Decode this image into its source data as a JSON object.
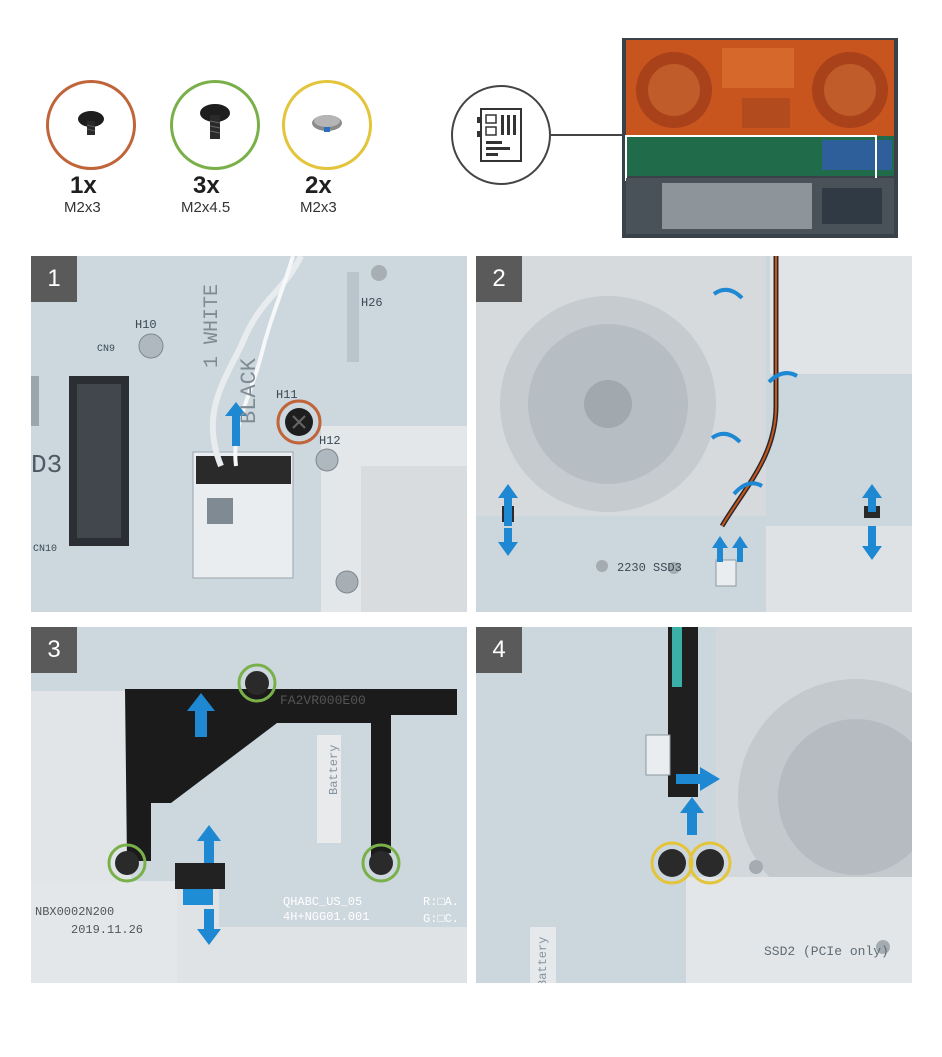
{
  "screws": [
    {
      "count": "1x",
      "size": "M2x3",
      "ring_color": "#c0643a"
    },
    {
      "count": "3x",
      "size": "M2x4.5",
      "ring_color": "#7ab04a"
    },
    {
      "count": "2x",
      "size": "M2x3",
      "ring_color": "#e3c43a"
    }
  ],
  "steps": [
    {
      "number": "1",
      "labels": {
        "h10": "H10",
        "h11": "H11",
        "h12": "H12",
        "h26": "H26",
        "cn9": "CN9",
        "cn10": "CN10",
        "d3": "D3",
        "white": "1 WHITE",
        "black": "BLACK"
      }
    },
    {
      "number": "2",
      "labels": {
        "ssd3": "2230 SSD3"
      }
    },
    {
      "number": "3",
      "labels": {
        "pn": "FA2VR000E00",
        "battery": "Battery",
        "board_line1": "QHABC_US_05",
        "board_line2": "4H+NGG01.001",
        "nbx": "NBX0002N200",
        "date": "2019.11.26",
        "r_label": "R:□A.",
        "g_label": "G:□C."
      }
    },
    {
      "number": "4",
      "labels": {
        "ssd2": "SSD2 (PCIe only)",
        "battery": "Battery"
      }
    }
  ],
  "colors": {
    "arrow": "#1e88d2",
    "pcb": "#c9d6de",
    "shield": "#e6e8ea",
    "copper": "#c8551e",
    "bracket": "#1b1b1b"
  }
}
